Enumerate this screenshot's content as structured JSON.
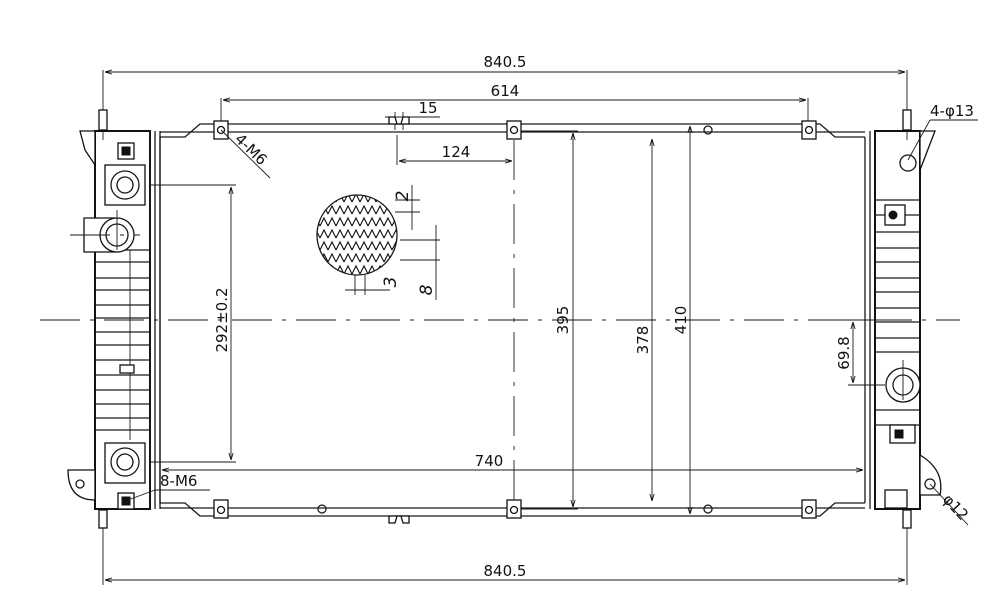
{
  "drawing": {
    "overall_width_top": "840.5",
    "overall_width_bottom": "840.5",
    "bracket_spacing": "614",
    "notch_width": "15",
    "notch_offset": "124",
    "fin_pitch": "2",
    "fin_dim_small": "3",
    "fin_dim_large": "8",
    "hole_note_top_right": "4-φ13",
    "thread_note_top_left": "4-M6",
    "thread_note_bottom_left": "8-M6",
    "hole_note_bottom_right": "φ12",
    "mount_spacing": "292±0.2",
    "height_core": "395",
    "height_inner": "378",
    "height_total": "410",
    "core_width": "740",
    "outlet_offset": "69.8"
  }
}
